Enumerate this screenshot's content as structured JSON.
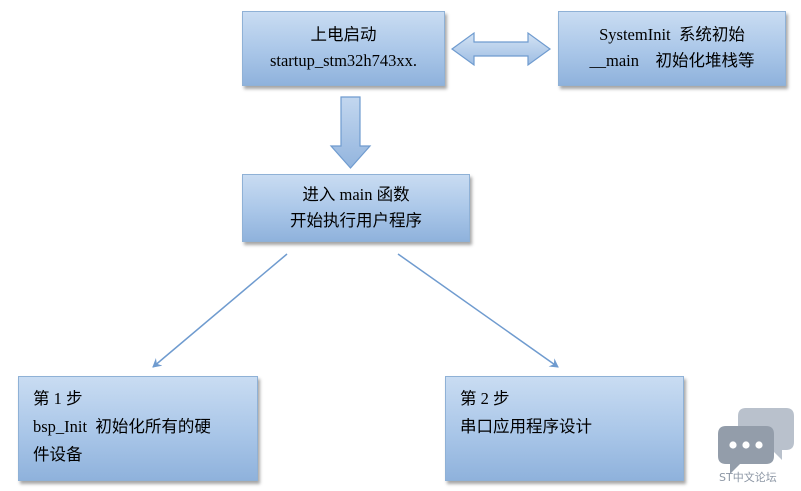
{
  "boxes": {
    "power_on": {
      "line1": "上电启动",
      "line2": "startup_stm32h743xx."
    },
    "system_init": {
      "line1": "SystemInit  系统初始",
      "line2": "__main    初始化堆栈等"
    },
    "enter_main": {
      "line1": "进入 main 函数",
      "line2": "开始执行用户程序"
    },
    "step1": {
      "line1": "第 1 步",
      "line2": "bsp_Init  初始化所有的硬",
      "line3": "件设备"
    },
    "step2": {
      "line1": "第 2 步",
      "line2": "串口应用程序设计"
    }
  },
  "watermark": {
    "text": "ST中文论坛",
    "icon": "chat-bubbles-icon"
  },
  "colors": {
    "box_fill_top": "#c9dcf2",
    "box_fill_bottom": "#8fb2dc",
    "box_border": "#8fb1d6",
    "arrow": "#6f9bcf",
    "watermark": "#8d97a5"
  }
}
